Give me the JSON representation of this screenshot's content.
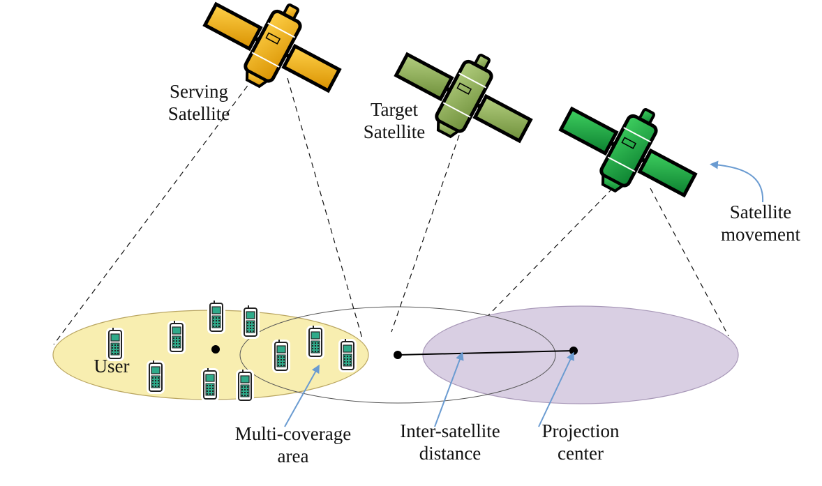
{
  "labels": {
    "serving": [
      "Serving",
      "Satellite"
    ],
    "target": [
      "Target",
      "Satellite"
    ],
    "movement": [
      "Satellite",
      "movement"
    ],
    "user": "User",
    "multi": [
      "Multi-coverage",
      "area"
    ],
    "inter": [
      "Inter-satellite",
      "distance"
    ],
    "proj": [
      "Projection",
      "center"
    ]
  },
  "colors": {
    "serving": "#f2b400",
    "target": "#8db050",
    "third": "#1aa040",
    "serving_area": "#f8eeb0",
    "third_area": "#d9cfe3",
    "arrow": "#6a9bd1",
    "phone": "#2faa8a"
  },
  "icons": {
    "satellite": "satellite-icon",
    "phone": "mobile-phone-icon",
    "arrow": "pointer-arrow-icon"
  }
}
